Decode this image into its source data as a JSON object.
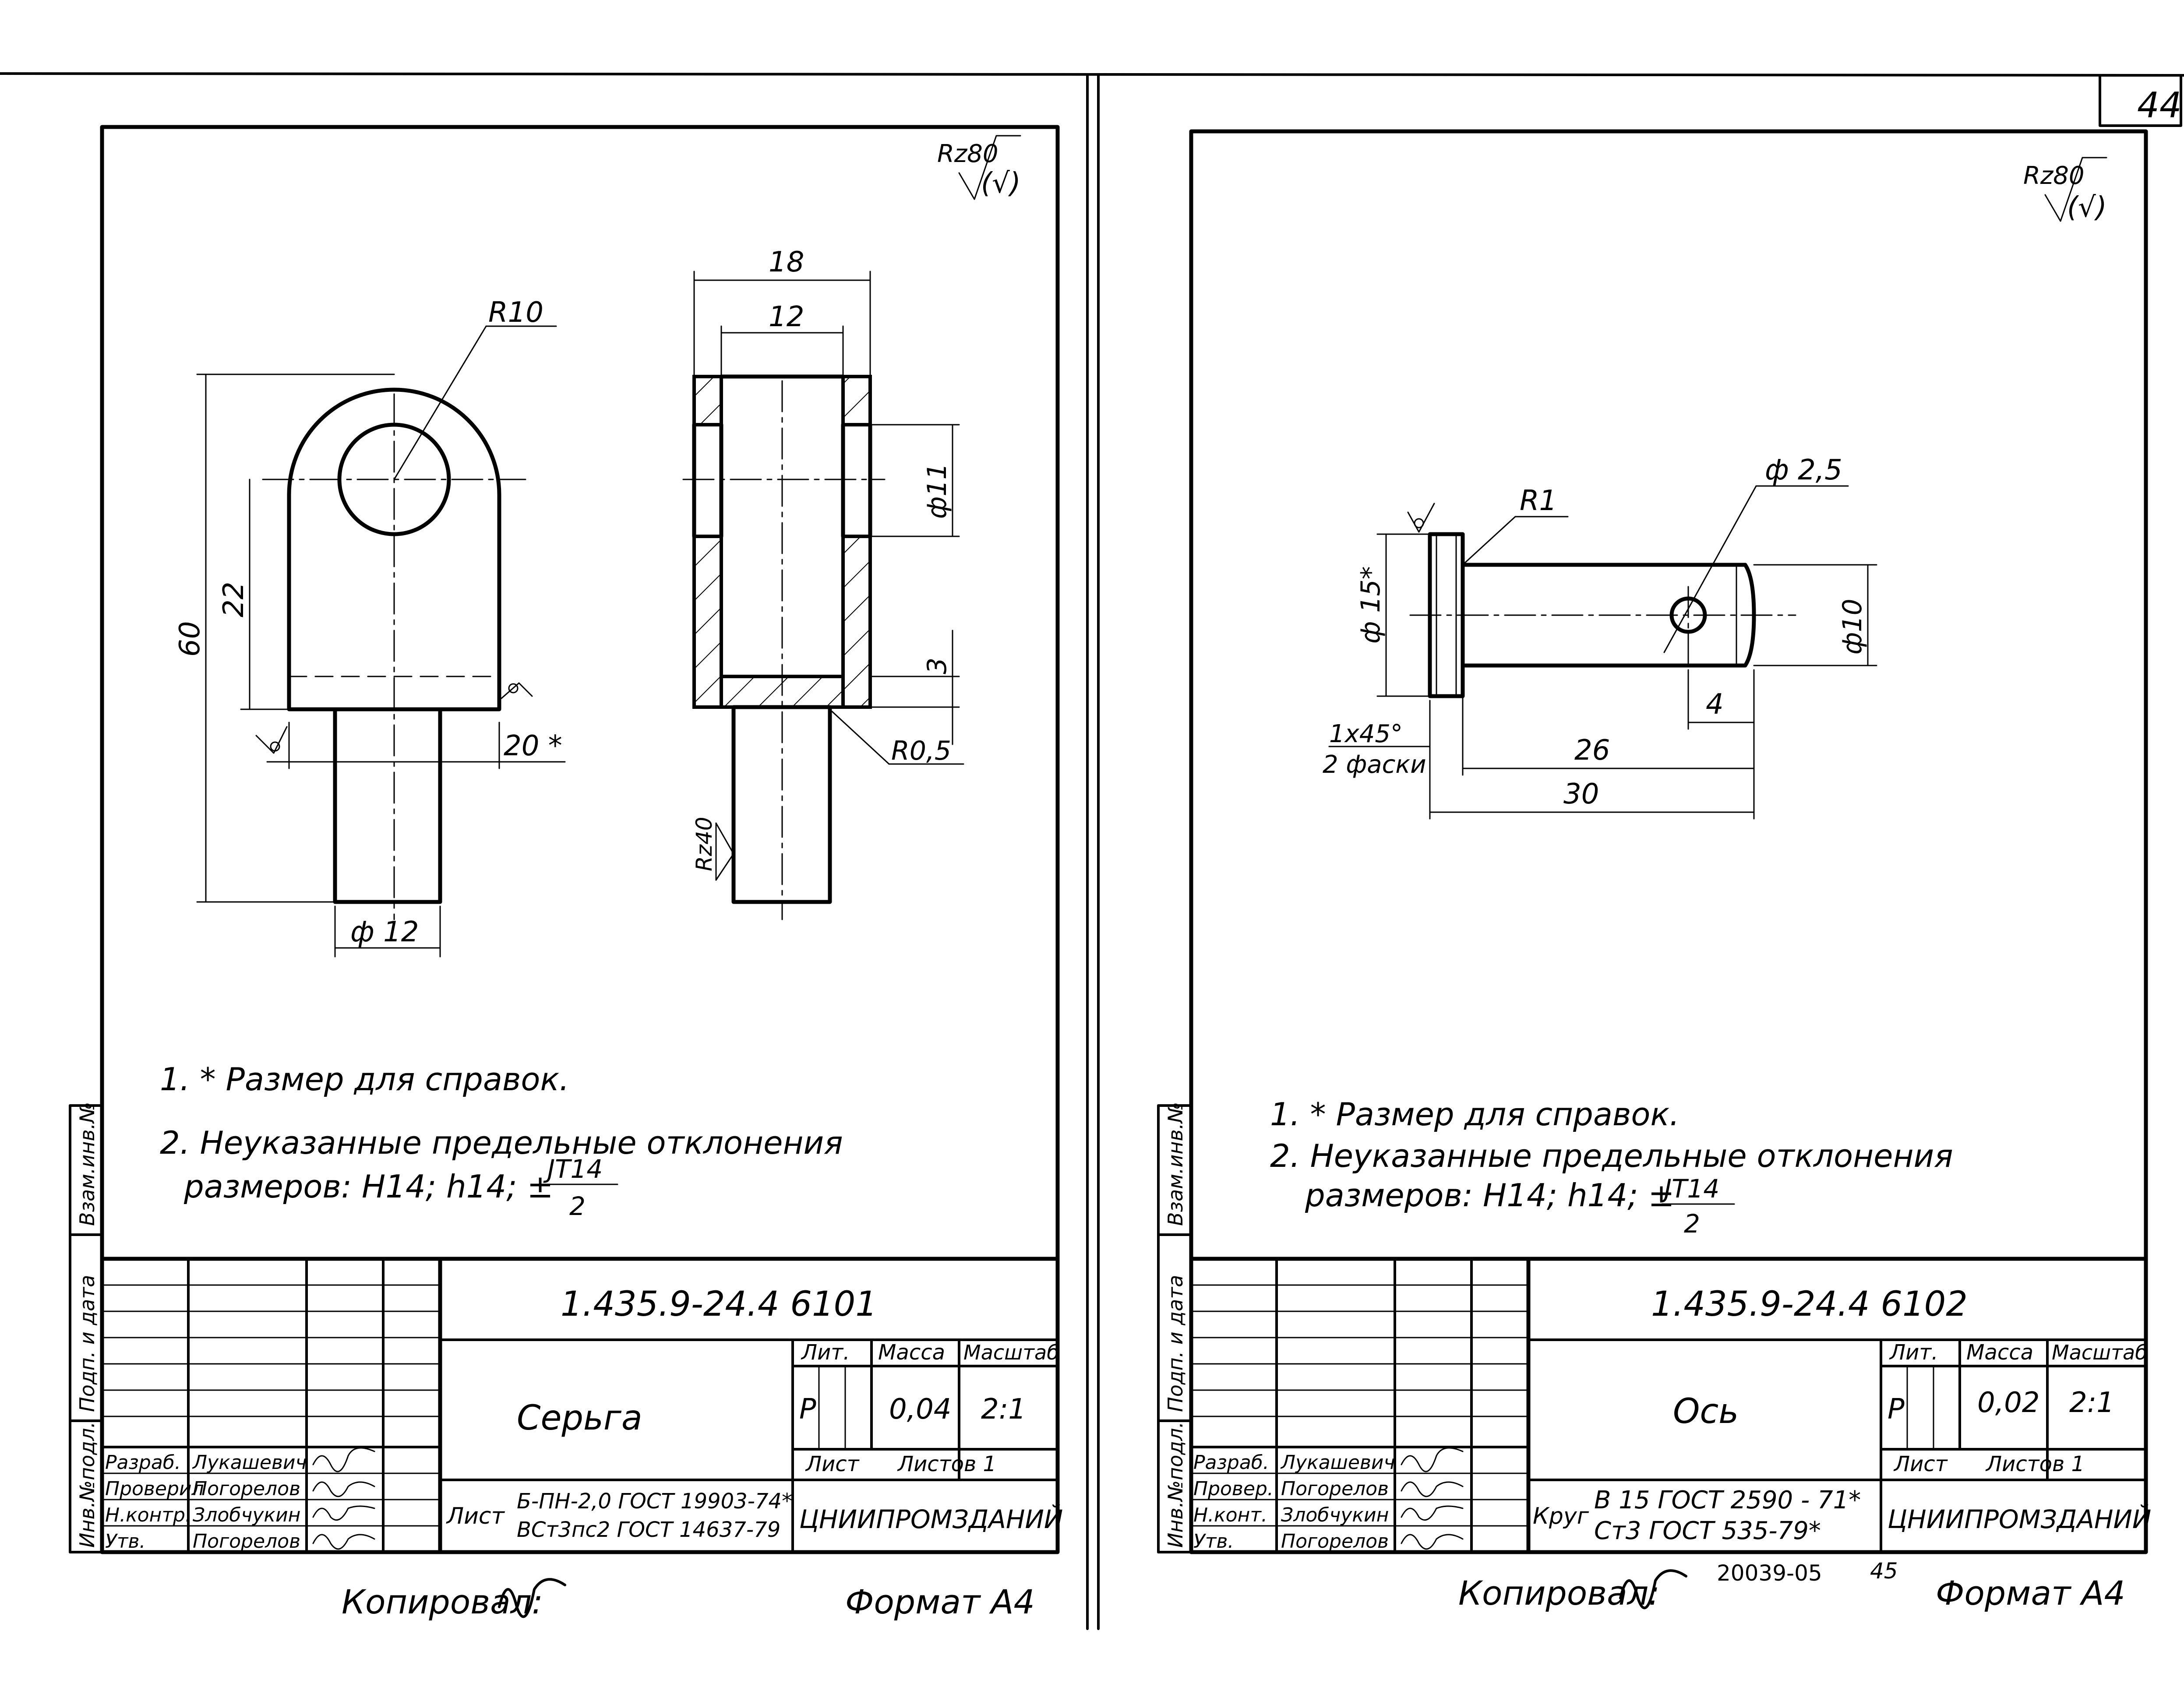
{
  "page_number": "44",
  "left_sheet": {
    "roughness": "Rz80",
    "roughness_paren": "(√)",
    "dims": {
      "r10": "R10",
      "d18": "18",
      "d12": "12",
      "d60": "60",
      "d22": "22",
      "d11": "ф11",
      "d3": "3",
      "d20": "20 *",
      "r05": "R0,5",
      "rz40": "Rz40",
      "d12dia": "ф 12"
    },
    "note1": "1. * Размер для справок.",
    "note2_line1": "2. Неуказанные предельные отклонения",
    "note2_line2": "размеров: H14; h14; ± ",
    "note2_frac_top": "JT14",
    "note2_frac_bottom": "2",
    "side_stamp": {
      "vzam": "Взам.инв.№",
      "podp": "Подп. и дата",
      "inv": "Инв.№подл."
    },
    "title_block": {
      "designation": "1.435.9-24.4   6101",
      "part_name": "Серьга",
      "lit_header": "Лит.",
      "mass_header": "Масса",
      "scale_header": "Масштаб",
      "lit_value": "Р",
      "mass_value": "0,04",
      "scale_value": "2:1",
      "sheet_label": "Лист",
      "sheets_label": "Листов 1",
      "material_prefix": "Лист",
      "material_line1": "Б-ПН-2,0 ГОСТ 19903-74*",
      "material_line2": "ВСт3пс2 ГОСТ 14637-79",
      "org": "ЦНИИПРОМЗДАНИЙ",
      "roles": [
        "Разраб.",
        "Проверил",
        "Н.контр.",
        "Утв."
      ],
      "names": [
        "Лукашевич",
        "Погорелов",
        "Злобчукин",
        "Погорелов"
      ]
    },
    "copied_by": "Копировал:",
    "format": "Формат А4"
  },
  "right_sheet": {
    "roughness": "Rz80",
    "roughness_paren": "(√)",
    "dims": {
      "r1": "R1",
      "d25": "ф 2,5",
      "d15": "ф 15*",
      "d10": "ф10",
      "d4": "4",
      "chamfer1": "1x45°",
      "chamfer2": "2 фаски",
      "d26": "26",
      "d30": "30"
    },
    "note1": "1. * Размер для справок.",
    "note2_line1": "2. Неуказанные предельные отклонения",
    "note2_line2": "размеров: H14; h14; ± ",
    "note2_frac_top": "JT14",
    "note2_frac_bottom": "2",
    "side_stamp": {
      "vzam": "Взам.инв.№",
      "podp": "Подп. и дата",
      "inv": "Инв.№подл."
    },
    "title_block": {
      "designation": "1.435.9-24.4   6102",
      "part_name": "Ось",
      "lit_header": "Лит.",
      "mass_header": "Масса",
      "scale_header": "Масштаб",
      "lit_value": "Р",
      "mass_value": "0,02",
      "scale_value": "2:1",
      "sheet_label": "Лист",
      "sheets_label": "Листов 1",
      "material_prefix": "Круг",
      "material_line1": "В 15 ГОСТ 2590 - 71*",
      "material_line2": "Ст3   ГОСТ 535-79*",
      "org": "ЦНИИПРОМЗДАНИЙ",
      "roles": [
        "Разраб.",
        "Провер.",
        "Н.конт.",
        "Утв."
      ],
      "names": [
        "Лукашевич",
        "Погорелов",
        "Злобчукин",
        "Погорелов"
      ]
    },
    "copied_by": "Копировал:",
    "doc_number": "20039-05",
    "page_sub": "45",
    "format": "Формат А4"
  }
}
